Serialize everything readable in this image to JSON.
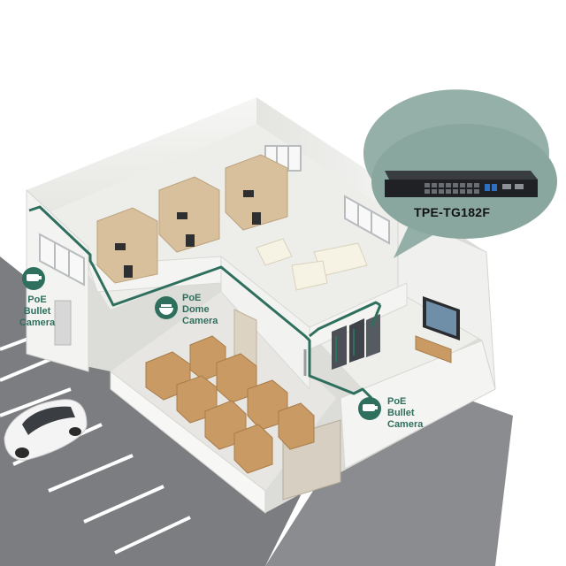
{
  "switch": {
    "model": "TPE-TG182F"
  },
  "cameras": [
    {
      "line1": "PoE",
      "line2": "Bullet",
      "line3": "Camera"
    },
    {
      "line1": "PoE",
      "line2": "Dome",
      "line3": "Camera"
    },
    {
      "line1": "PoE",
      "line2": "Bullet",
      "line3": "Camera"
    }
  ],
  "colors": {
    "cable": "#2f6f5e",
    "bubble": "#8aa79f",
    "wall": "#f1f1ef",
    "floor": "#e9e9e6",
    "asphalt": "#7b7d80",
    "box": "#c99a63"
  }
}
